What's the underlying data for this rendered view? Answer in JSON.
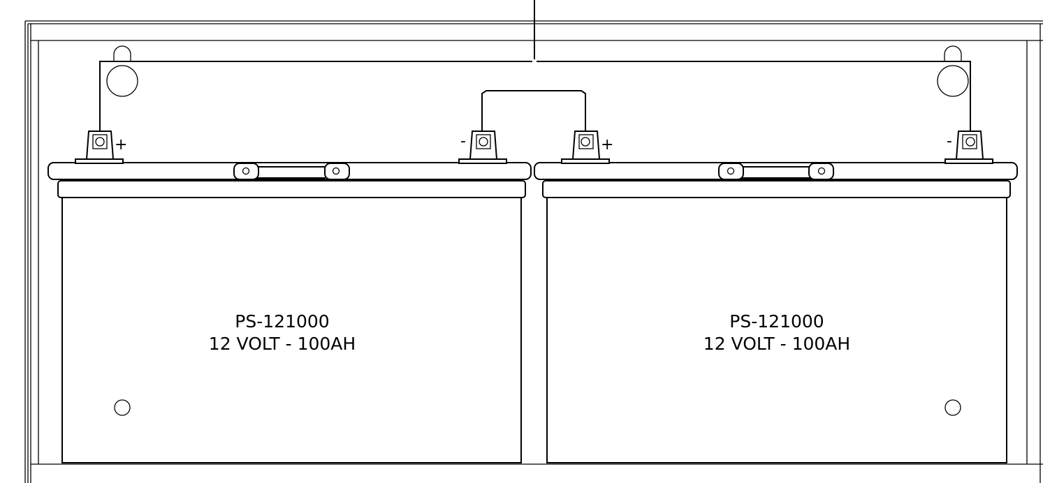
{
  "batteries": [
    {
      "model": "PS-121000",
      "spec": "12 VOLT - 100AH",
      "terminals": {
        "positive": "+",
        "negative": "-"
      }
    },
    {
      "model": "PS-121000",
      "spec": "12 VOLT - 100AH",
      "terminals": {
        "positive": "+",
        "negative": "-"
      }
    }
  ]
}
